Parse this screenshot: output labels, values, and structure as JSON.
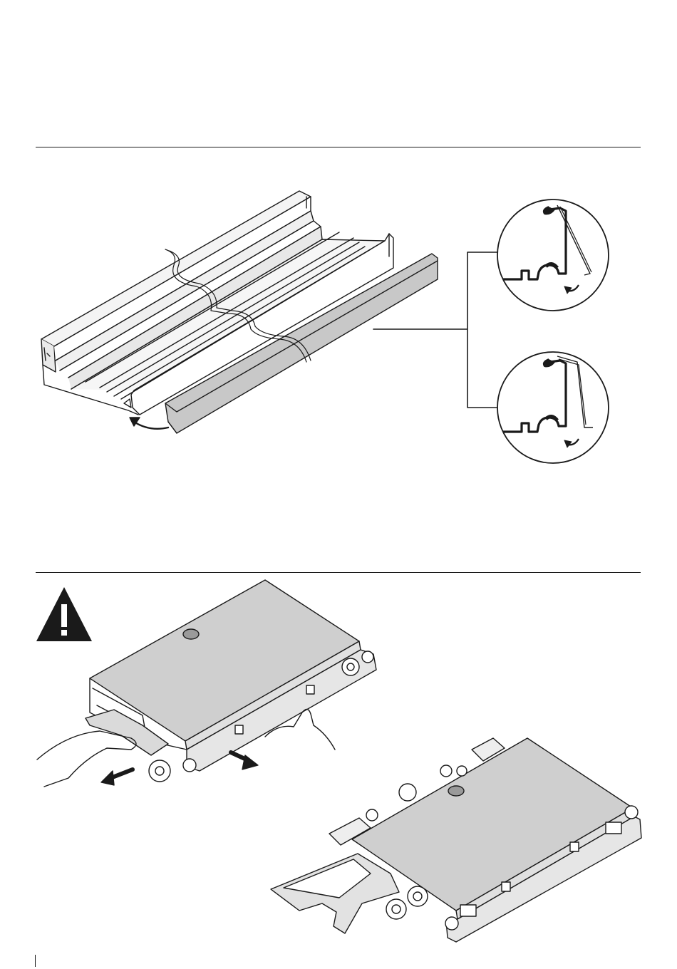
{
  "page": {
    "sections": [
      {
        "name": "rail-cover-installation",
        "figure": "aluminium-track-and-cover-strip"
      },
      {
        "name": "carriage-removal",
        "figure": "roller-carriage-release"
      }
    ]
  },
  "icons": {
    "warning": "warning-triangle-icon",
    "arrow": "curved-arrow-icon"
  },
  "colors": {
    "line": "#1a1a1a",
    "cover_fill": "#c8c8c8",
    "metal_fill": "#e4e4e4",
    "warning_fill": "#1a1a1a"
  }
}
